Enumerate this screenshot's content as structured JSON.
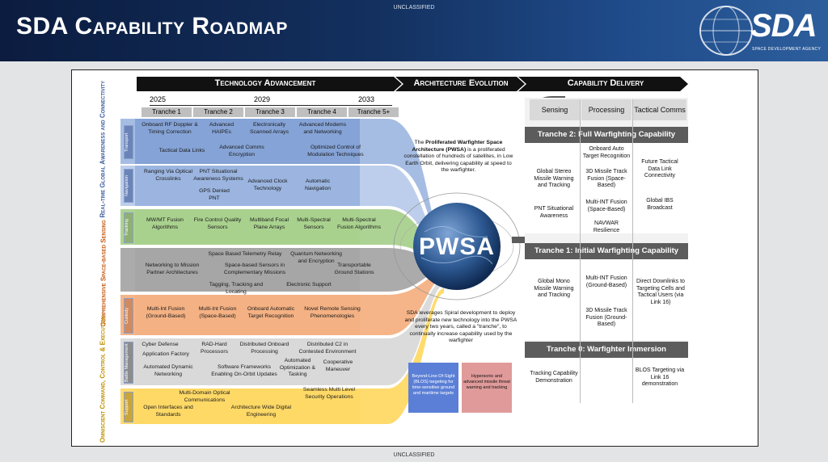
{
  "header": {
    "title": "SDA Capability Roadmap",
    "classification": "UNCLASSIFIED",
    "logo_text": "SDA",
    "logo_sub": "SPACE DEVELOPMENT AGENCY"
  },
  "footer": {
    "classification": "UNCLASSIFIED"
  },
  "banners": {
    "tech": "Technology Advancement",
    "arch": "Architecture Evolution",
    "cap": "Capability Delivery"
  },
  "years": [
    "2025",
    "2029",
    "2033"
  ],
  "tranches": [
    "Tranche 1",
    "Tranche 2",
    "Tranche 3",
    "Tranche 4",
    "Tranche 5+"
  ],
  "side_labels": {
    "awareness": "Real-time Global Awareness and Connectivity",
    "sensing": "Comprehensive Space-based Sensing",
    "command": "Omniscient Command, Control & Execution"
  },
  "sub_tabs": {
    "transport": "Transport",
    "navigation": "Navigation",
    "tracking": "Tracking",
    "custody": "Custody",
    "battle": "Battle Management",
    "support": "Support"
  },
  "tech_items": {
    "transport": [
      "Onboard RF Doppler & Timing Correction",
      "Advanced HAIPEs",
      "Electronically Scanned Arrays",
      "Advanced Modems and Networking",
      "Tactical Data Links",
      "Advanced Comms Encryption",
      "Optimized Control of Modulation Techniques"
    ],
    "navigation": [
      "Ranging Via Optical Crosslinks",
      "PNT Situational Awareness Systems",
      "GPS Denied PNT",
      "Advanced Clock Technology",
      "Automatic Navigation"
    ],
    "tracking": [
      "MW/MT Fusion Algorithms",
      "Fire Control Quality Sensors",
      "Multiband Focal Plane Arrays",
      "Multi-Spectral Sensors",
      "Multi-Spectral Fusion Algorithms"
    ],
    "ranging": [
      "Networking to Mission Partner Architectures",
      "Space Based Telemetry Relay",
      "Space-based Sensors in Complementary Missions",
      "Quantum Networking and Encryption",
      "Transportable Ground Stations",
      "Tagging, Tracking and Locating",
      "Electronic Support"
    ],
    "custody": [
      "Multi-Int Fusion (Ground-Based)",
      "Multi-Int Fusion (Space-Based)",
      "Onboard Automatic Target Recognition",
      "Novel Remote Sensing Phenomenologies"
    ],
    "battle": [
      "Cyber Defense",
      "RAD-Hard Processors",
      "Distributed Onboard Processing",
      "Distributed C2 in Contested Environment",
      "Application Factory",
      "Automated Dynamic Networking",
      "Software Frameworks Enabling On-Orbit Updates",
      "Automated Optimization & Tasking",
      "Cooperative Maneuver"
    ],
    "support": [
      "Multi-Domain Optical Communications",
      "Open Interfaces and Standards",
      "Architecture Wide Digital Engineering",
      "Seamless Multi Level Security Operations"
    ]
  },
  "pwsa": {
    "label": "PWSA",
    "desc_pre": "The",
    "desc_bold": "Proliferated Warfighter Space Architecture (PWSA)",
    "desc_post": "is a proliferated constellation of hundreds of satellites, in Low Earth Orbit, delivering capability at speed to the warfighter.",
    "spiral_text": "SDA leverages Spiral development to deploy and proliferate new technology into the PWSA every two years, called a \"tranche\", to continually increase capability used by the warfighter",
    "blos_box": "Beyond-Line-Of-Sight (BLOS) targeting for time-sensitive ground and maritime targets",
    "hyper_box": "Hypersonic and advanced missile threat warning and tracking"
  },
  "capability": {
    "cols": [
      "Sensing",
      "Processing",
      "Tactical Comms"
    ],
    "t2": {
      "title": "Tranche 2: Full Warfighting Capability",
      "sensing": [
        "Global Stereo Missile Warning and Tracking",
        "PNT Situational Awareness"
      ],
      "processing": [
        "Onboard Auto Target Recognition",
        "3D Missile Track Fusion (Space-Based)",
        "Multi-INT Fusion (Space-Based)",
        "NAVWAR Resilience"
      ],
      "comms": [
        "Future Tactical Data Link Connectivity",
        "Global IBS Broadcast"
      ]
    },
    "t1": {
      "title": "Tranche 1: Initial Warfighting Capability",
      "sensing": [
        "Global Mono Missile Warning and Tracking"
      ],
      "processing": [
        "Multi-INT Fusion (Ground-Based)",
        "3D Missile Track Fusion (Ground-Based)"
      ],
      "comms": [
        "Direct Downlinks to Targeting Cells and Tactical Users (via Link 16)"
      ]
    },
    "t0": {
      "title": "Tranche 0: Warfighter Immersion",
      "sensing": [
        "Tracking Capability Demonstration"
      ],
      "comms": [
        "BLOS Targeting via Link 16 demonstration"
      ]
    }
  },
  "colors": {
    "blue": "#9cb6e0",
    "navy": "#5f7dbb",
    "green": "#a9d18e",
    "gray": "#a6a6a6",
    "orange": "#f4b183",
    "dark": "#7f7f7f",
    "yellow": "#ffd966"
  }
}
